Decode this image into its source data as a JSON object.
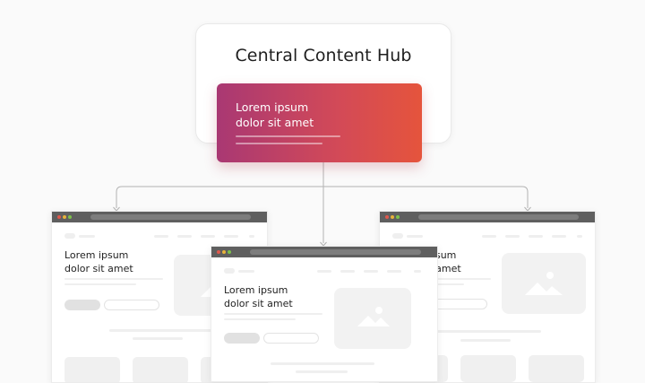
{
  "hub": {
    "title": "Central Content Hub"
  },
  "content_card": {
    "text": "Lorem ipsum\ndolor sit amet"
  },
  "windows": [
    {
      "id": "left",
      "text": "Lorem ipsum\ndolor sit amet"
    },
    {
      "id": "center",
      "text": "Lorem ipsum\ndolor sit amet"
    },
    {
      "id": "right",
      "text": "Lorem ipsum\ndolor sit amet"
    }
  ],
  "colors": {
    "gradient_start": "#a93873",
    "gradient_end": "#e5543c",
    "connector": "#b3b3b3",
    "browser_bar": "#5f5f5f",
    "dot_red": "#e0584c",
    "dot_yellow": "#e8b23a",
    "dot_green": "#7cc24a"
  },
  "icons": {
    "window_dots": "window-dots-icon",
    "image_placeholder": "image-placeholder-icon",
    "connector_arrow": "arrow-down-icon"
  }
}
